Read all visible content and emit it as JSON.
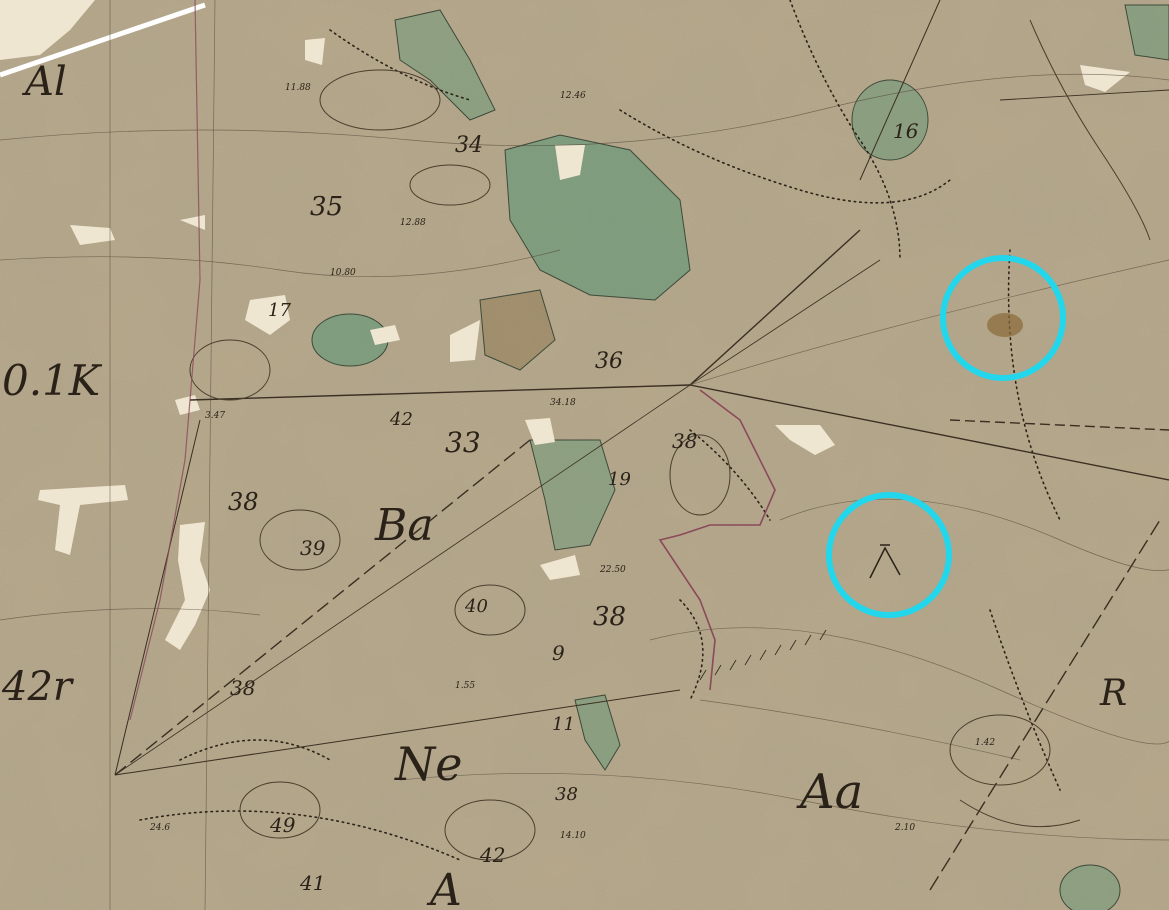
{
  "map": {
    "labels": {
      "n35": "35",
      "n34": "34",
      "n36": "36",
      "n33": "33",
      "n38a": "38",
      "n38b": "38",
      "n38c": "38",
      "n38d": "38",
      "n38e": "38",
      "n39": "39",
      "n40": "40",
      "n41": "41",
      "n42a": "42",
      "n42b": "42",
      "n49": "49",
      "n19": "19",
      "n16": "16",
      "n17": "17",
      "n9": "9",
      "n11": "11",
      "Ba": "Ba",
      "Ne": "Ne",
      "Aa": "Aa",
      "A": "A",
      "R": "R",
      "Al": "Al",
      "edgeLeft": "0.1K",
      "edgeLeft2": "42r"
    },
    "colors": {
      "paper": "#b8a98a",
      "ink": "#2a2218",
      "meadow": "#6f9a7a",
      "highlight": "#22d6ec",
      "boundary": "#8a4a5a",
      "tear": "#efe6d2"
    }
  }
}
